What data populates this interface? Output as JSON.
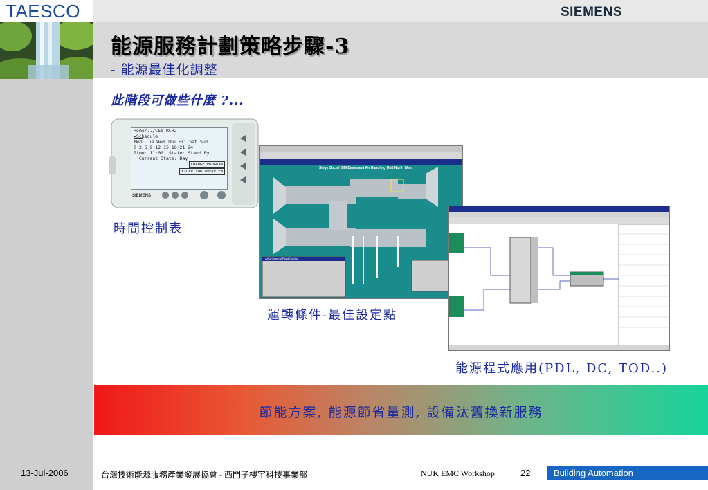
{
  "brand": {
    "name": "TAESCO",
    "company": "SIEMENS"
  },
  "header": {
    "title": "能源服務計劃策略步驟-3",
    "subtitle": "- 能源最佳化調整"
  },
  "question": "此階段可做些什麼 ?...",
  "device_screen": {
    "lines": [
      "Home/../CS0-RCH2",
      "▸Schedule",
      "Sun"
    ],
    "days": [
      "Mon",
      "Tue",
      "Wed",
      "Thu",
      "Fri",
      "Sat",
      "Sun"
    ],
    "hours": "0  3  6  9  12  15  18  21  24",
    "time_label": "Time:",
    "time_value": "11:00",
    "state_label": "State:",
    "state_value": "Stand By",
    "current_state_label": "Current State:",
    "current_state_value": "Day",
    "button_change": "CHANGE PROGRAM",
    "button_exception": "EXCEPTION OVERVIEW",
    "maker": "SIEMENS"
  },
  "hvac_screen": {
    "heading": "Siege Social IBM Basement Air Handling Unit North West",
    "dialog_title": "AHU General Plant Control"
  },
  "captions": {
    "schedule": "時間控制表",
    "setpoint": "運轉條件-最佳設定點",
    "program": "能源程式應用(PDL, DC, TOD..)"
  },
  "banner": "節能方案, 能源節省量測, 設備汰舊換新服務",
  "footer": {
    "date": "13-Jul-2006",
    "org": "台灣技術能源服務產業發展協會 - 西門子樓宇科技事業部",
    "event": "NUK EMC Workshop",
    "page": "22",
    "tag": "Building Automation"
  },
  "colors": {
    "brand_blue": "#1a4aa8",
    "text_blue": "#1a2aa0",
    "footer_tag_bg": "#1766c3",
    "banner_left": "#f01818",
    "banner_right": "#17d39a"
  }
}
